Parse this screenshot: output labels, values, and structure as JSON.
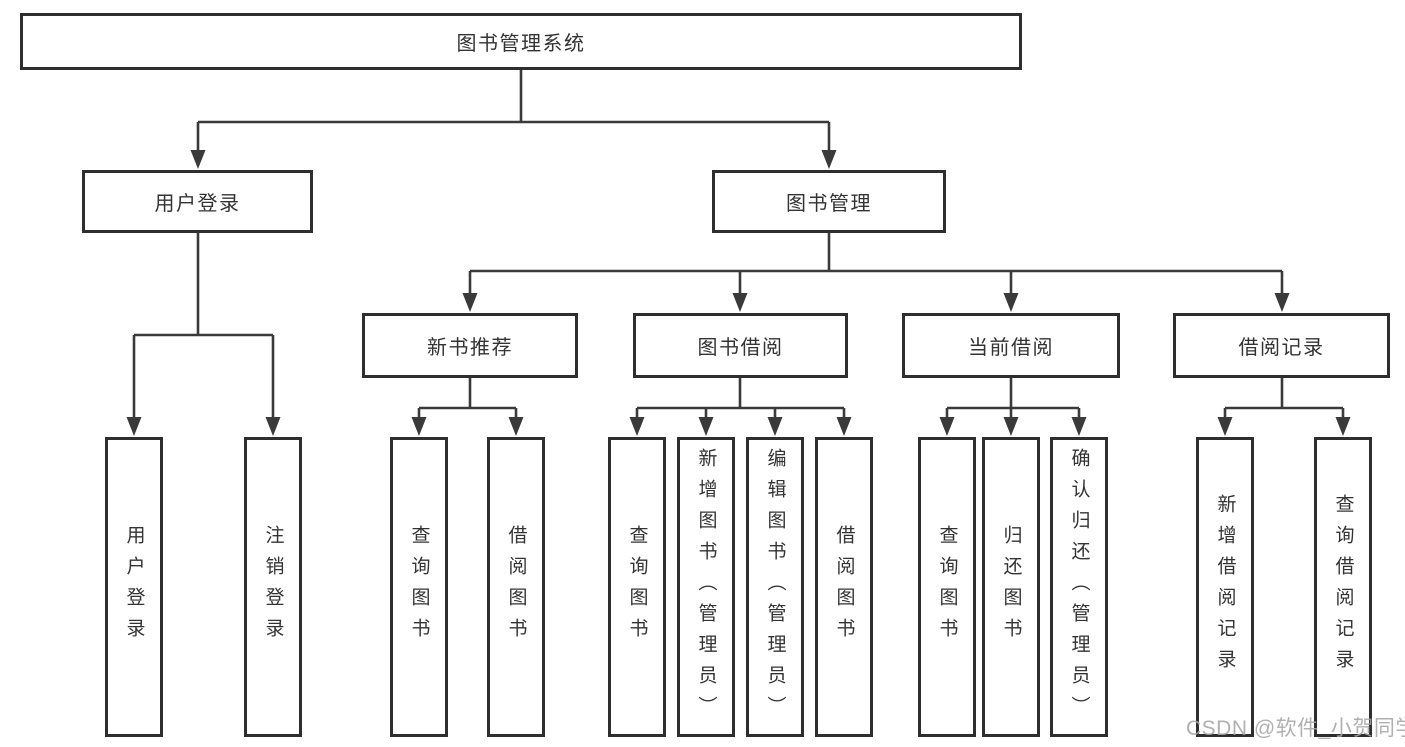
{
  "diagram": {
    "title_node": "图书管理系统",
    "tree": {
      "root": {
        "label": "图书管理系统",
        "children": [
          {
            "label": "用户登录",
            "children": [
              {
                "label": "用户登录"
              },
              {
                "label": "注销登录"
              }
            ]
          },
          {
            "label": "图书管理",
            "children": [
              {
                "label": "新书推荐",
                "children": [
                  {
                    "label": "查询图书"
                  },
                  {
                    "label": "借阅图书"
                  }
                ]
              },
              {
                "label": "图书借阅",
                "children": [
                  {
                    "label": "查询图书"
                  },
                  {
                    "label": "新增图书（管理员）"
                  },
                  {
                    "label": "编辑图书（管理员）"
                  },
                  {
                    "label": "借阅图书"
                  }
                ]
              },
              {
                "label": "当前借阅",
                "children": [
                  {
                    "label": "查询图书"
                  },
                  {
                    "label": "归还图书"
                  },
                  {
                    "label": "确认归还（管理员）"
                  }
                ]
              },
              {
                "label": "借阅记录",
                "children": [
                  {
                    "label": "新增借阅记录"
                  },
                  {
                    "label": "查询借阅记录"
                  }
                ]
              }
            ]
          }
        ]
      }
    },
    "colors": {
      "line": "#3a3a3a",
      "box_border": "#2e2e2e",
      "text": "#333333",
      "background": "#ffffff",
      "watermark_text_color": "#a5a5a5"
    }
  },
  "watermark": {
    "text": "CSDN @软件_小贺同学"
  }
}
